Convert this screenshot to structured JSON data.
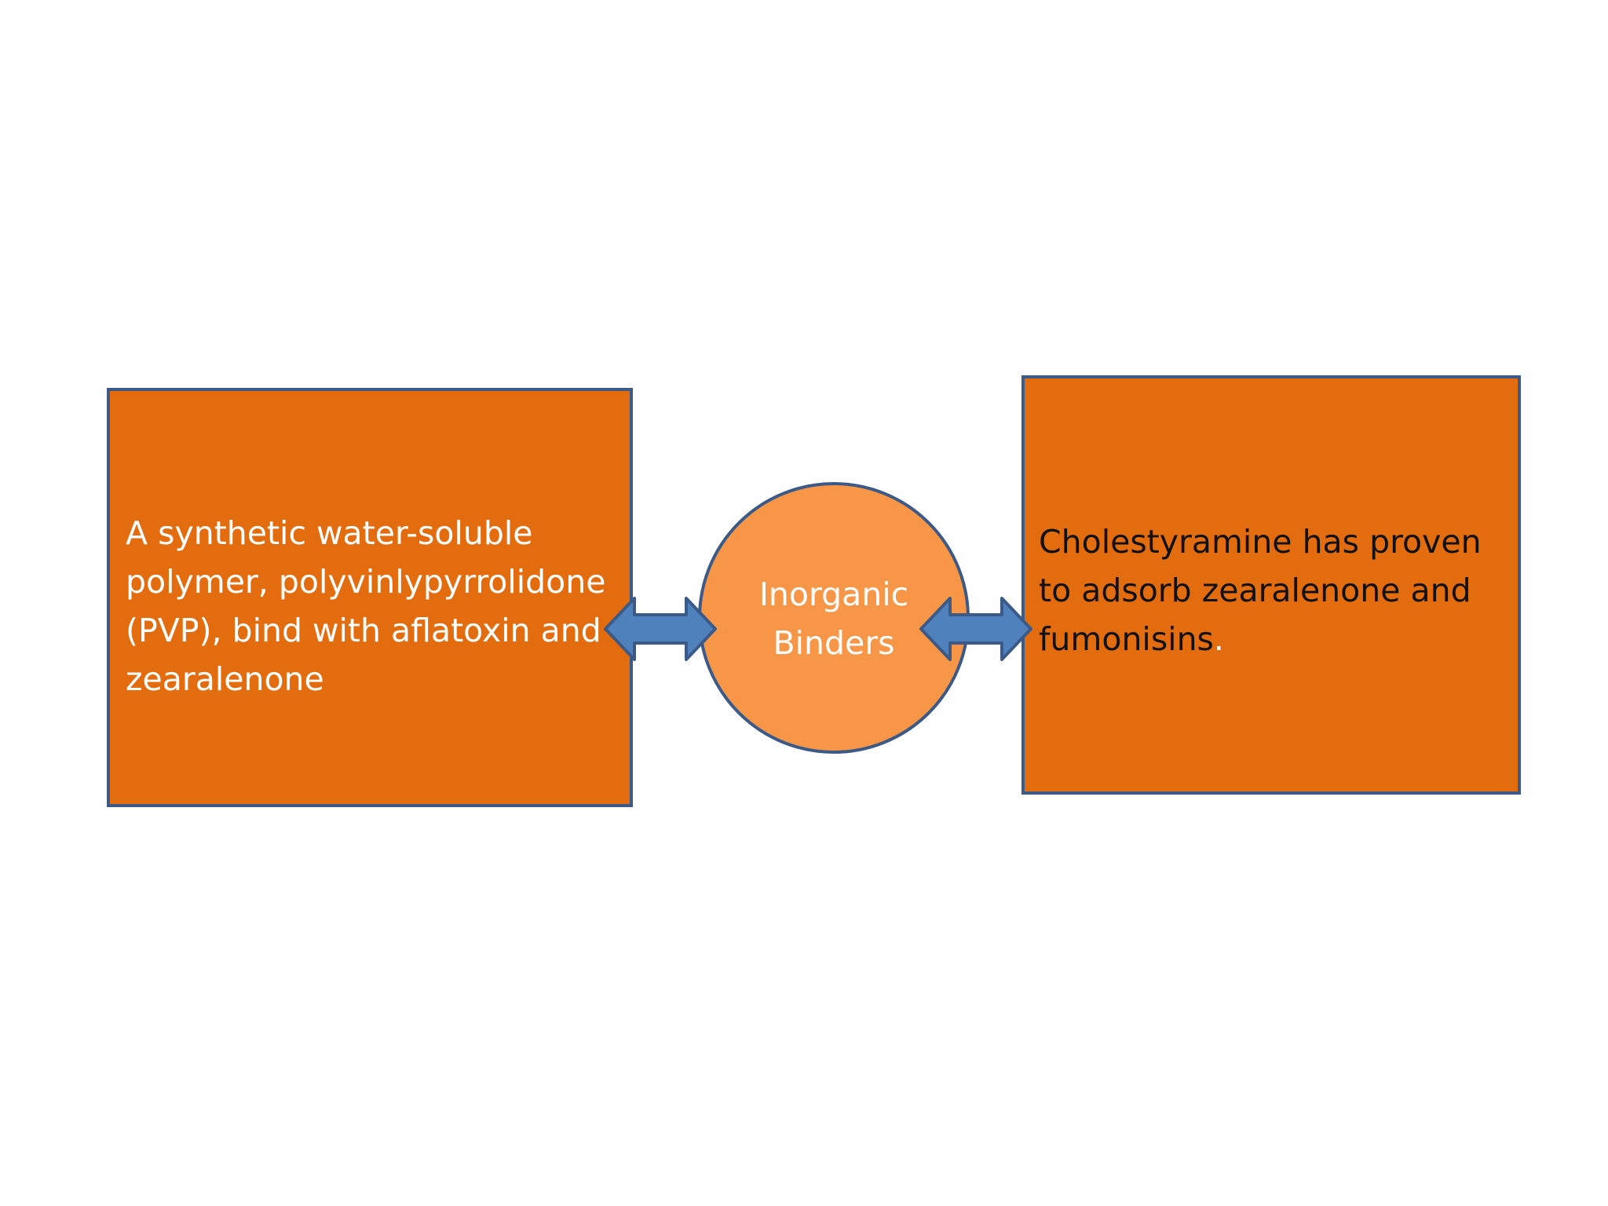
{
  "slide": {
    "background": "#fefefe"
  },
  "left_box": {
    "color": "#e36c0f",
    "lines": [
      "A synthetic water-soluble",
      "polymer, polyvinlypyrrolidone",
      "(PVP), bind with aflatoxin and",
      "zearalenone"
    ]
  },
  "center": {
    "color": "#f79646",
    "lines": [
      "Inorganic",
      "Binders"
    ]
  },
  "right_box": {
    "color": "#e36c0f",
    "lines": [
      "Cholestyramine has proven",
      "to adsorb zearalenone and",
      "fumonisins"
    ],
    "trailing_period": "."
  },
  "connectors": {
    "color": "#4f81bd",
    "border": "#3c5a88",
    "icon": "double-arrow-icon"
  }
}
